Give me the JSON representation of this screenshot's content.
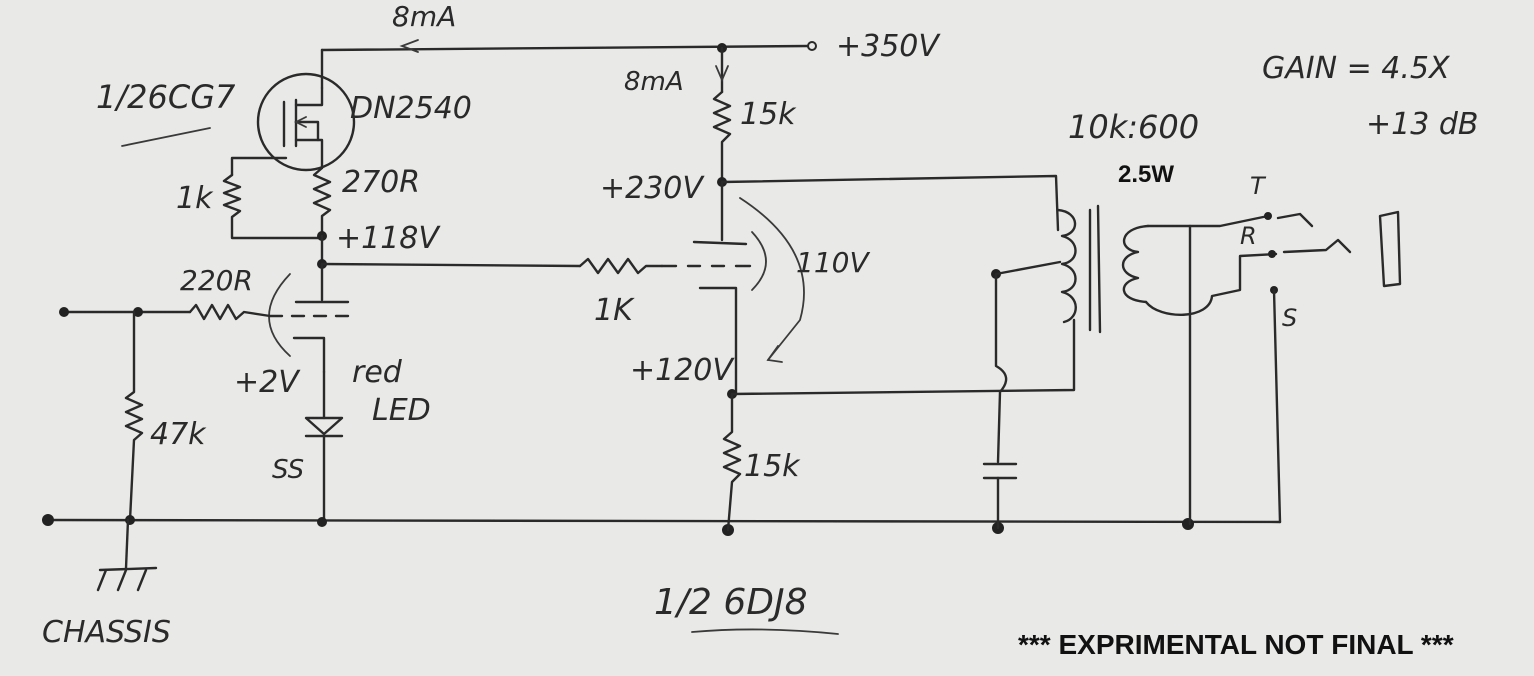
{
  "labels": {
    "current_top": "8mA",
    "supply": "+350V",
    "current_right": "8mA",
    "tube_left": "1/26CG7",
    "mosfet": "DN2540",
    "r_15k_top": "15k",
    "r_270": "270R",
    "r_1k_left": "1k",
    "v_118": "+118V",
    "v_230": "+230V",
    "v_110": "110V",
    "r_1k_grid": "1K",
    "r_220": "220R",
    "v_2": "+2V",
    "led_line1": "red",
    "led_line2": "LED",
    "r_47k": "47k",
    "ss": "SS",
    "v_120": "+120V",
    "r_15k_bottom": "15k",
    "ratio": "10k:600",
    "power": "2.5W",
    "gain1": "GAIN = 4.5X",
    "gain2": "+13 dB",
    "jack_t": "T",
    "jack_r": "R",
    "jack_s": "S",
    "chassis": "CHASSIS",
    "tube_right": "1/2 6DJ8",
    "note": "*** EXPRIMENTAL NOT FINAL ***"
  }
}
